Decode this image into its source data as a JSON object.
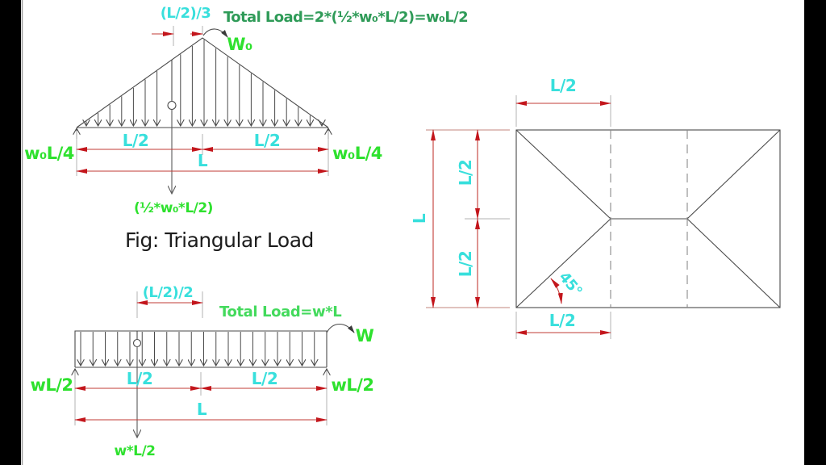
{
  "colors": {
    "dimension_red": "#c3161c",
    "label_cyan": "#38dfdc",
    "label_green": "#2ee12e",
    "formula_dark_green": "#2f9b58",
    "formula_mid_green": "#43da5c",
    "drawing_line": "#4a4a4a",
    "letterbox": "#000000"
  },
  "triangular": {
    "dim_small": "(L/2)/3",
    "total_load": "Total Load=2*(½*w₀*L/2)=w₀L/2",
    "peak_label": "W₀",
    "reaction_left": "w₀L/4",
    "reaction_right": "w₀L/4",
    "dim_half_left": "L/2",
    "dim_half_right": "L/2",
    "dim_full": "L",
    "resultant": "(½*w₀*L/2)",
    "caption": "Fig: Triangular Load"
  },
  "uniform": {
    "dim_small": "(L/2)/2",
    "total_load": "Total Load=w*L",
    "intensity_label": "W",
    "reaction_left": "wL/2",
    "reaction_right": "wL/2",
    "dim_half_left": "L/2",
    "dim_half_right": "L/2",
    "dim_full": "L",
    "resultant": "w*L/2"
  },
  "roof_plan": {
    "dim_top": "L/2",
    "dim_left_full": "L",
    "dim_left_upper": "L/2",
    "dim_left_lower": "L/2",
    "dim_bottom": "L/2",
    "angle_label": "45°"
  }
}
